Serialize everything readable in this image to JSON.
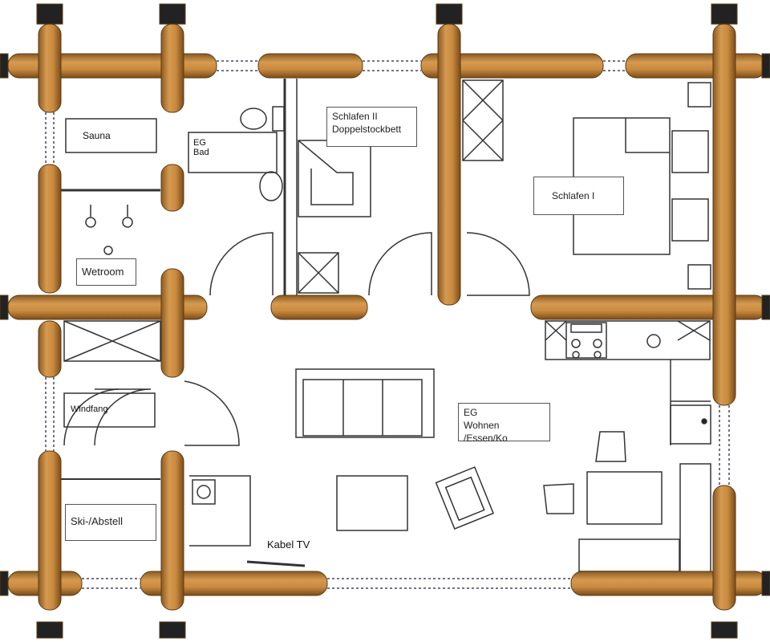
{
  "rooms": {
    "sauna": "Sauna",
    "bad": [
      "EG",
      "Bad"
    ],
    "schlafen2": [
      "Schlafen II",
      "Doppelstockbett"
    ],
    "schlafen1": "Schlafen I",
    "wetroom": "Wetroom",
    "windfang": "Windfang",
    "ski": "Ski-/Abstell",
    "wohnen": [
      "EG",
      "Wohnen /Essen/Ko"
    ],
    "kabel_tv": "Kabel TV"
  },
  "colors": {
    "log": "#c98a3e",
    "log_dark": "#8a5a22",
    "wall_line": "#333333"
  }
}
